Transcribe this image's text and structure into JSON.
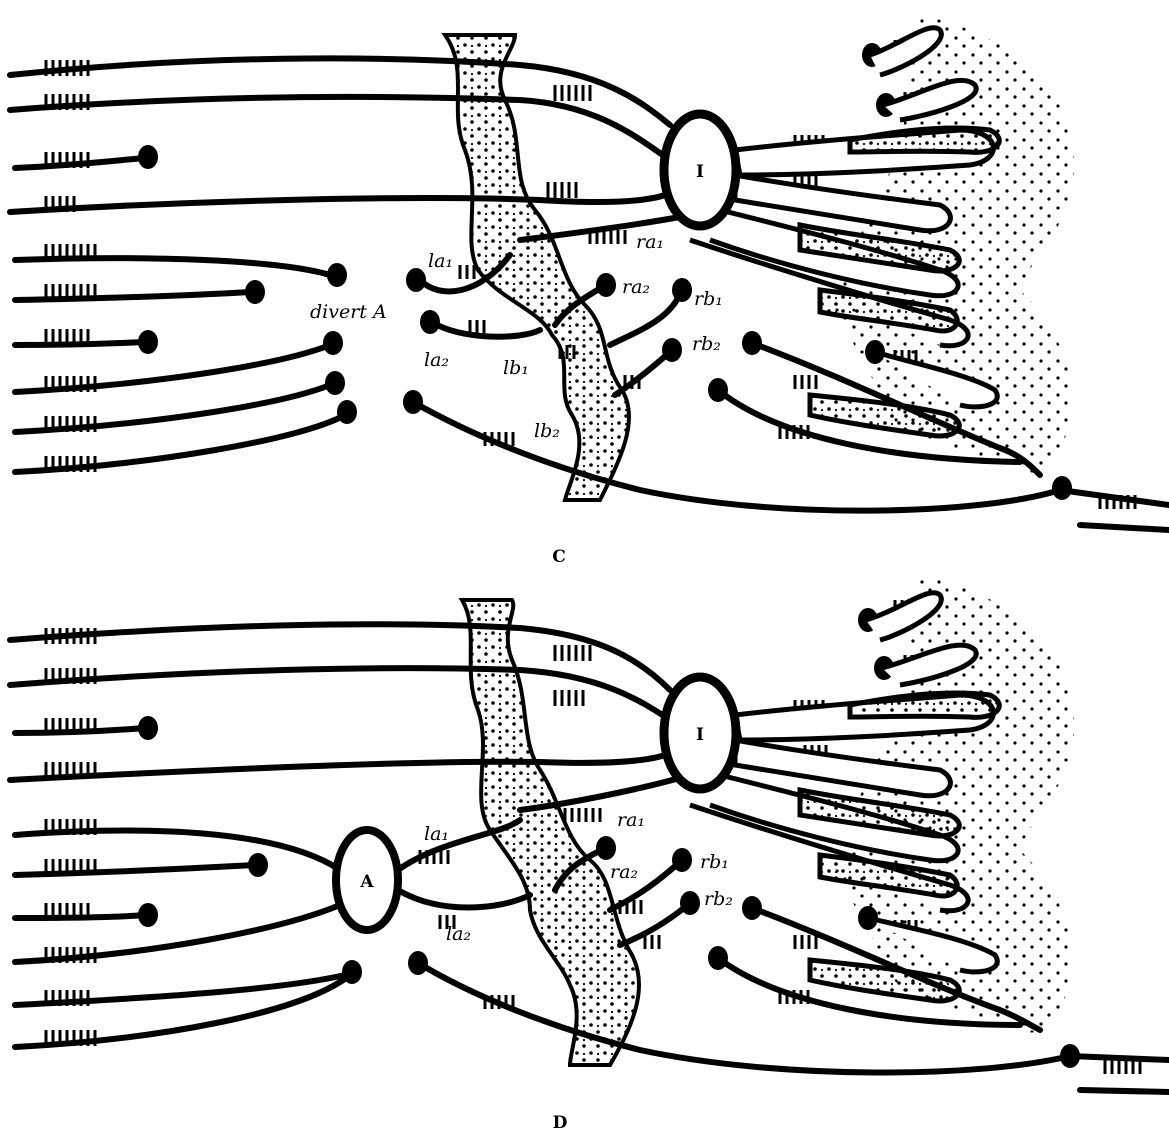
{
  "panels": [
    {
      "id": "C",
      "caption": "C",
      "central_node_label": "I",
      "labels": {
        "la1": "la₁",
        "la2": "la₂",
        "lb1": "lb₁",
        "lb2": "lb₂",
        "ra1": "ra₁",
        "ra2": "ra₂",
        "rb1": "rb₁",
        "rb2": "rb₂",
        "divert": "divert A"
      }
    },
    {
      "id": "D",
      "caption": "D",
      "central_node_label": "I",
      "left_node_label": "A",
      "labels": {
        "la1": "la₁",
        "la2": "la₂",
        "ra1": "ra₁",
        "ra2": "ra₂",
        "rb1": "rb₁",
        "rb2": "rb₂"
      }
    }
  ],
  "colors": {
    "ink": "#000000",
    "paper": "#ffffff"
  }
}
